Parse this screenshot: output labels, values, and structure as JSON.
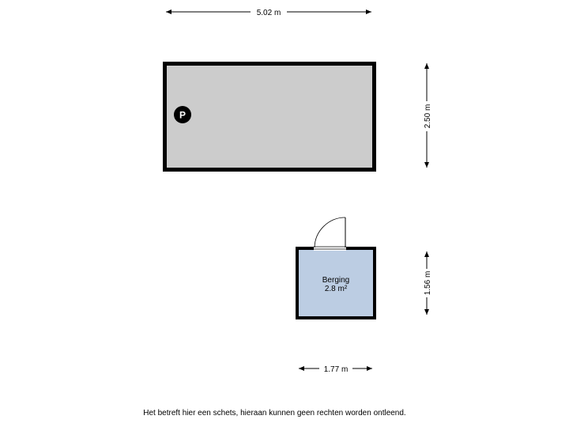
{
  "dimensions": {
    "parking_width": "5.02 m",
    "parking_depth": "2.50 m",
    "storage_depth": "1.56 m",
    "storage_width": "1.77 m"
  },
  "parking": {
    "symbol_label": "P",
    "fill_color": "#cccccc"
  },
  "storage": {
    "name": "Berging",
    "area": "2.8 m²",
    "fill_color": "#bccde3"
  },
  "disclaimer": "Het betreft hier een schets, hieraan kunnen geen rechten worden ontleend."
}
